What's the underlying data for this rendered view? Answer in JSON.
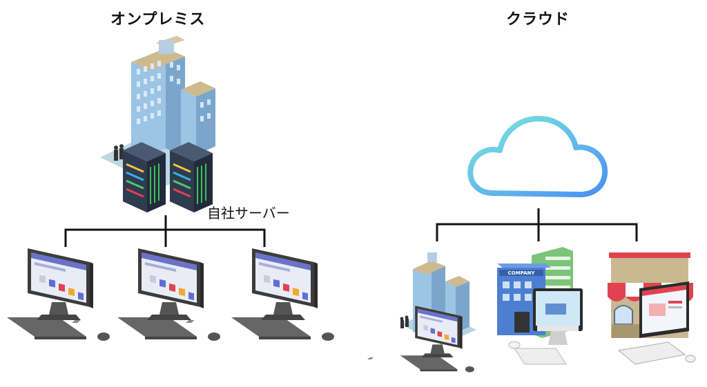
{
  "onprem": {
    "title": "オンプレミス",
    "server_label": "自社サーバー"
  },
  "cloud": {
    "title": "クラウド",
    "company_sign": "COMPANY"
  },
  "colors": {
    "line": "#111111",
    "cloud_gradient_start": "#7ee8e0",
    "cloud_gradient_end": "#4a90f2",
    "monitor_ui": "#6b72c9",
    "server_body": "#2f3b4f",
    "building_glass": "#9cc4e4"
  }
}
